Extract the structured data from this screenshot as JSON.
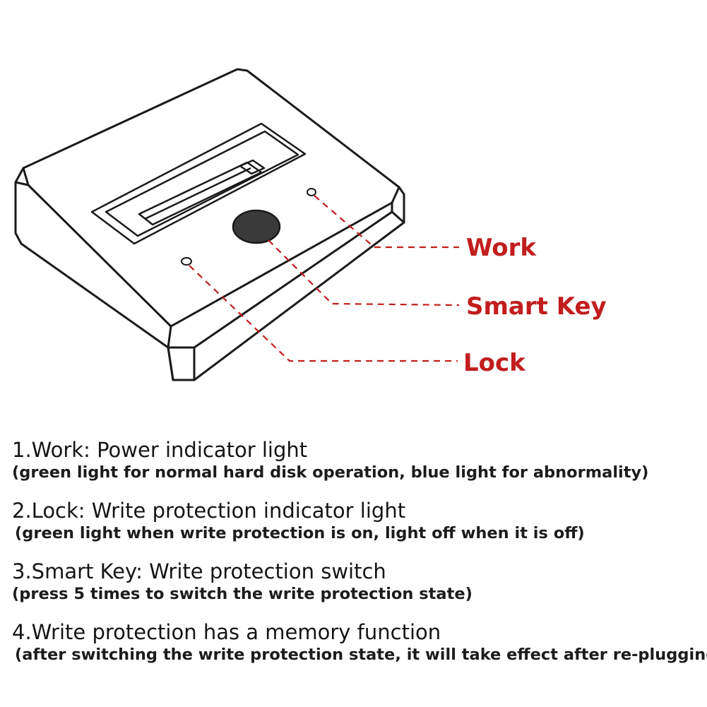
{
  "colors": {
    "outline": "#1a1a1a",
    "callout": "#c21d1d",
    "button_fill": "#3a3a3a"
  },
  "callouts": {
    "work": "Work",
    "smart_key": "Smart Key",
    "lock": "Lock"
  },
  "notes": [
    {
      "title": "1.Work: Power indicator light",
      "detail": "(green light for normal hard disk operation, blue light for abnormality)"
    },
    {
      "title": "2.Lock: Write protection indicator light",
      "detail": "(green light when write protection is on, light off when it is off)"
    },
    {
      "title": "3.Smart Key: Write protection switch",
      "detail": "(press 5 times to switch the write protection state)"
    },
    {
      "title": "4.Write protection has a memory function",
      "detail": "(after switching the write protection state, it will take effect after re-plugging)"
    }
  ]
}
